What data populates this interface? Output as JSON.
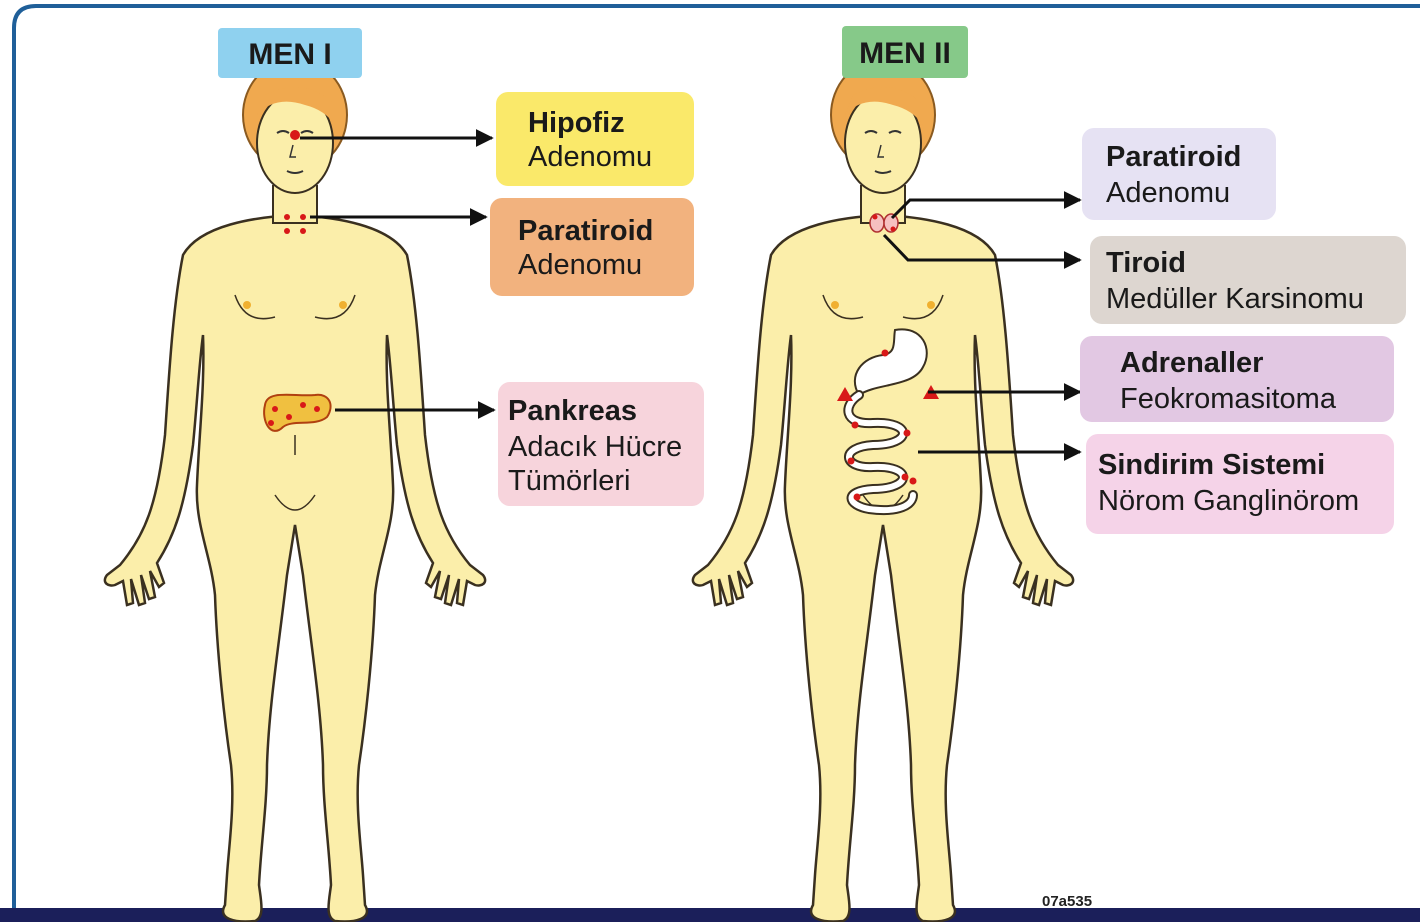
{
  "men1": {
    "title": "MEN I",
    "labels": [
      {
        "line1": "Hipofiz",
        "line2": "Adenomu",
        "line3": ""
      },
      {
        "line1": "Paratiroid",
        "line2": "Adenomu",
        "line3": ""
      },
      {
        "line1": "Pankreas",
        "line2": "Adacık Hücre",
        "line3": "Tümörleri"
      }
    ]
  },
  "men2": {
    "title": "MEN II",
    "labels": [
      {
        "line1": "Paratiroid",
        "line2": "Adenomu"
      },
      {
        "line1": "Tiroid",
        "line2": "Medüller Karsinomu"
      },
      {
        "line1": "Adrenaller",
        "line2": "Feokromasitoma"
      },
      {
        "line1": "Sindirim Sistemi",
        "line2": "Nörom Ganglinörom"
      }
    ]
  },
  "figure_code": "07a535",
  "colors": {
    "frame": "#1f5f99",
    "bottom_bar": "#1b1f5a",
    "skin": "#fbeeaa",
    "skin_outline": "#3a3020",
    "hair": "#f0a94f",
    "lesion": "#d81818",
    "men1_title_bg": "#8fd1ef",
    "men2_title_bg": "#86c989",
    "box_hipofiz": "#fae96a",
    "box_paratiroid1": "#f2b27e",
    "box_pankreas": "#f7d4dc",
    "box_paratiroid2": "#e6e2f3",
    "box_tiroid": "#ddd6d0",
    "box_adrenal": "#e2c8e3",
    "box_sindirim": "#f5d3e8"
  }
}
